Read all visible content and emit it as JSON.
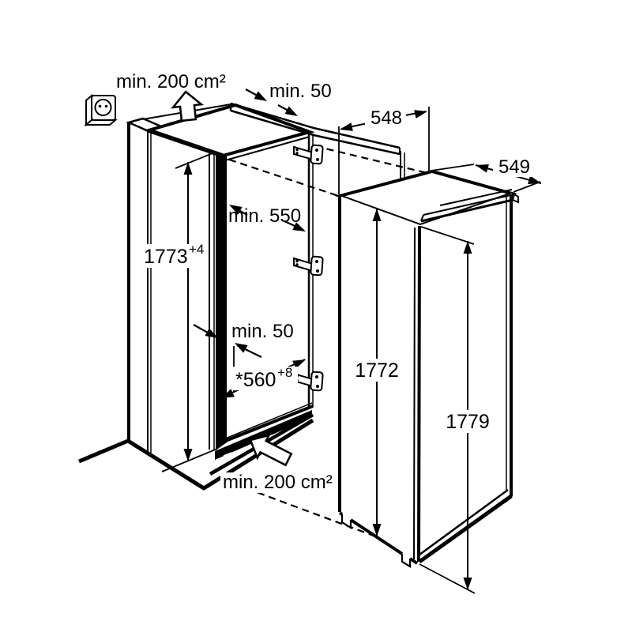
{
  "diagram": {
    "labels": {
      "top_vent_area": "min. 200 cm²",
      "top_clearance": "min. 50",
      "appliance_width": "548",
      "appliance_depth": "549",
      "niche_depth": "min. 550",
      "niche_height": "1773",
      "niche_height_tolerance": "+4",
      "mid_clearance": "min. 50",
      "niche_width": "*560",
      "niche_width_tolerance": "+8",
      "appliance_height_front": "1772",
      "appliance_height_overall": "1779",
      "bottom_vent_area": "min. 200 cm²"
    },
    "colors": {
      "line": "#000000",
      "background": "#ffffff"
    }
  }
}
